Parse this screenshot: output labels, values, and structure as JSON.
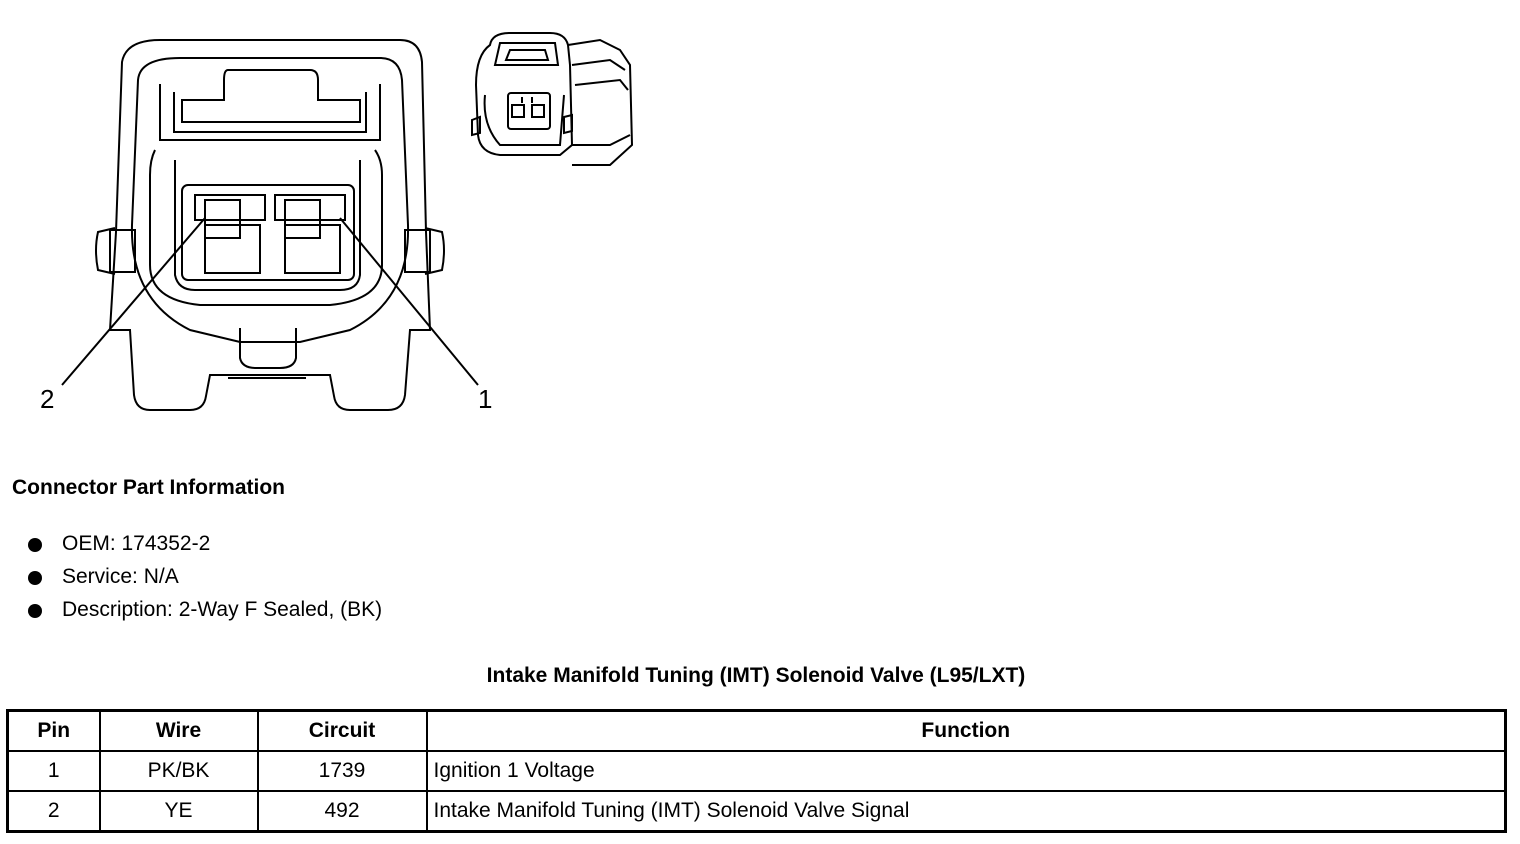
{
  "diagram": {
    "pin_labels": [
      "2",
      "1"
    ]
  },
  "connector_info": {
    "title": "Connector Part Information",
    "items": [
      "OEM: 174352-2",
      "Service: N/A",
      "Description: 2-Way F Sealed, (BK)"
    ]
  },
  "table": {
    "title": "Intake Manifold Tuning (IMT) Solenoid Valve (L95/LXT)",
    "headers": [
      "Pin",
      "Wire",
      "Circuit",
      "Function"
    ],
    "rows": [
      {
        "pin": "1",
        "wire": "PK/BK",
        "circuit": "1739",
        "function": "Ignition 1 Voltage"
      },
      {
        "pin": "2",
        "wire": "YE",
        "circuit": "492",
        "function": "Intake Manifold Tuning (IMT) Solenoid Valve Signal"
      }
    ]
  },
  "colors": {
    "line": "#000000",
    "background": "#ffffff"
  }
}
